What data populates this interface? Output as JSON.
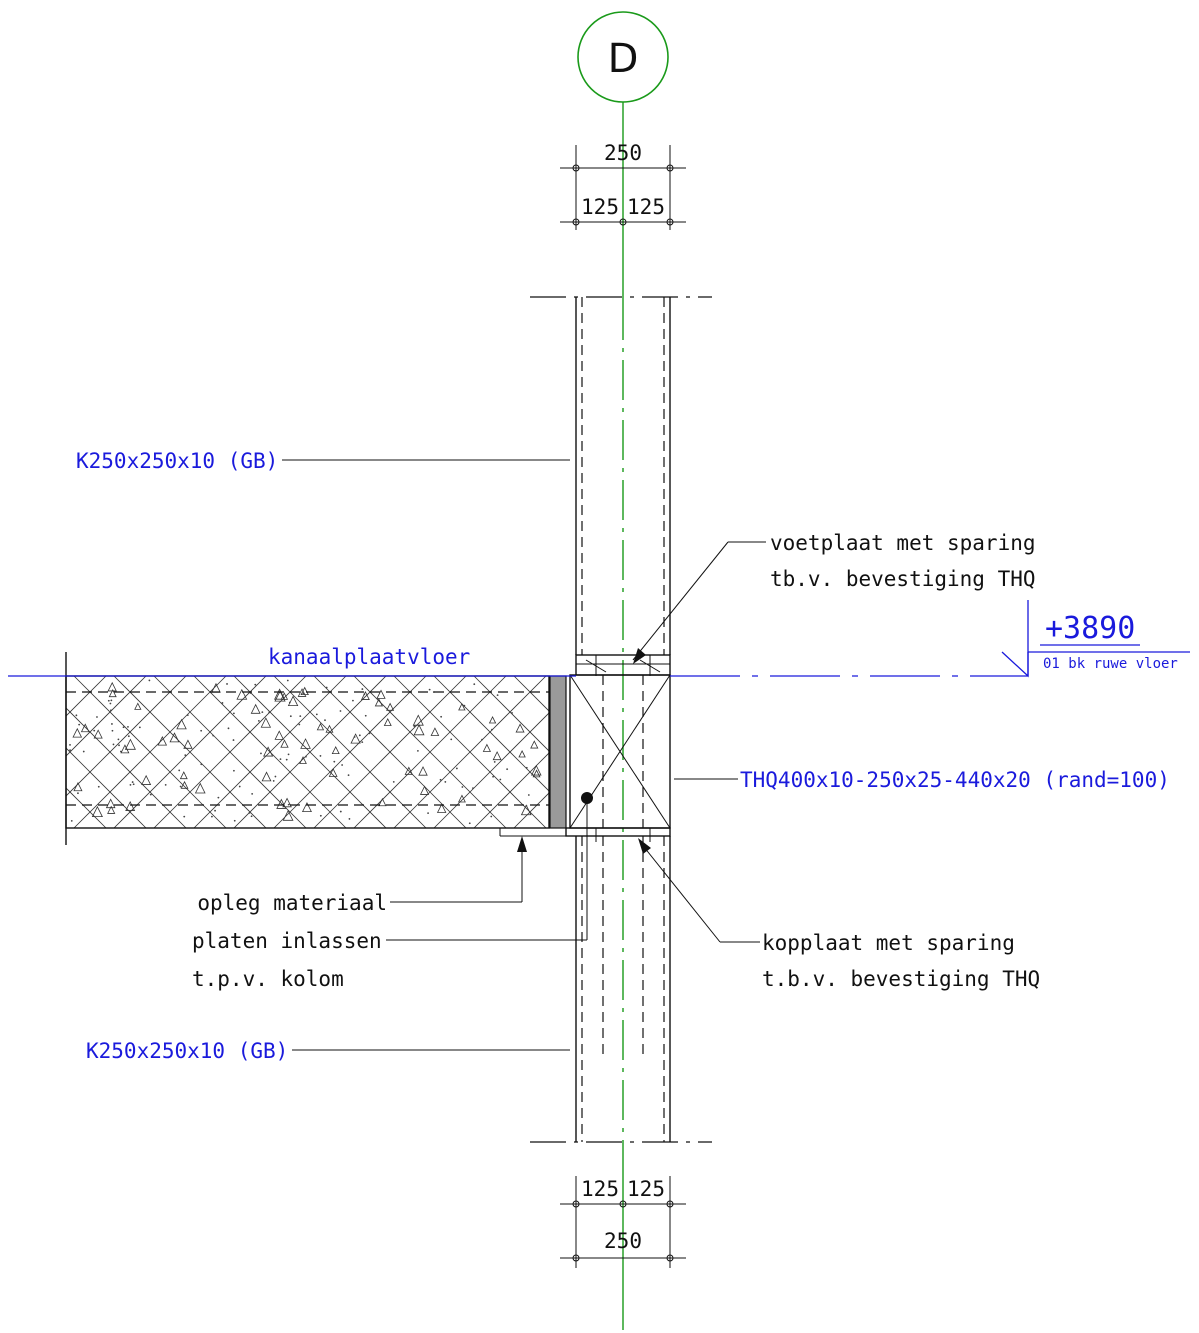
{
  "grid": {
    "label": "D"
  },
  "dimensions": {
    "top_total": "250",
    "top_left": "125",
    "top_right": "125",
    "bottom_left": "125",
    "bottom_right": "125",
    "bottom_total": "250"
  },
  "labels": {
    "column_top": "K250x250x10 (GB)",
    "column_bottom": "K250x250x10 (GB)",
    "floor": "kanaalplaatvloer",
    "footplate_line1": "voetplaat met sparing",
    "footplate_line2": "tb.v. bevestiging THQ",
    "thq": "THQ400x10-250x25-440x20 (rand=100)",
    "support_material": "opleg materiaal",
    "weld_line1": "platen inlassen",
    "weld_line2": "t.p.v. kolom",
    "coupling_line1": "kopplaat met sparing",
    "coupling_line2": "t.b.v. bevestiging THQ"
  },
  "level": {
    "value": "+3890",
    "description": "01 bk ruwe vloer"
  },
  "colors": {
    "annotation_blue": "#1a1adc",
    "grid_green": "#1a9a1a",
    "line_black": "#111111"
  }
}
